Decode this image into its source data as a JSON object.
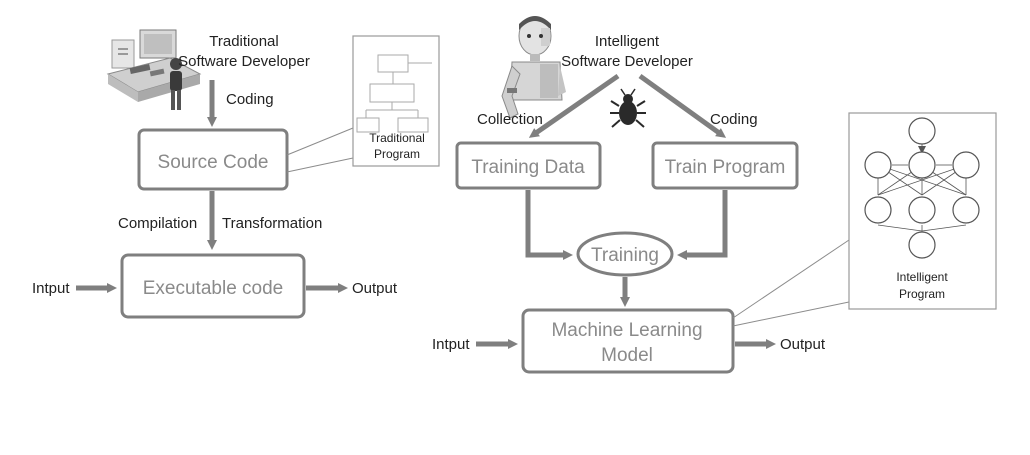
{
  "traditional": {
    "developer_label_line1": "Traditional",
    "developer_label_line2": "Software Developer",
    "coding_label": "Coding",
    "source_code": "Source Code",
    "compilation_label": "Compilation",
    "transformation_label": "Transformation",
    "executable_code": "Executable code",
    "input_label": "Intput",
    "output_label": "Output",
    "program_panel_line1": "Traditional",
    "program_panel_line2": "Program",
    "developer_icon": "developer-at-desk-icon"
  },
  "intelligent": {
    "developer_label_line1": "Intelligent",
    "developer_label_line2": "Software Developer",
    "collection_label": "Collection",
    "coding_label": "Coding",
    "training_data": "Training Data",
    "train_program": "Train Program",
    "training": "Training",
    "model_line1": "Machine Learning",
    "model_line2": "Model",
    "input_label": "Intput",
    "output_label": "Output",
    "program_panel_line1": "Intelligent",
    "program_panel_line2": "Program",
    "developer_icon": "robot-developer-icon",
    "bug_icon": "bug-icon"
  },
  "colors": {
    "arrow": "#7f7f7f",
    "box_text": "#8a8a8a",
    "label_text": "#222222"
  }
}
